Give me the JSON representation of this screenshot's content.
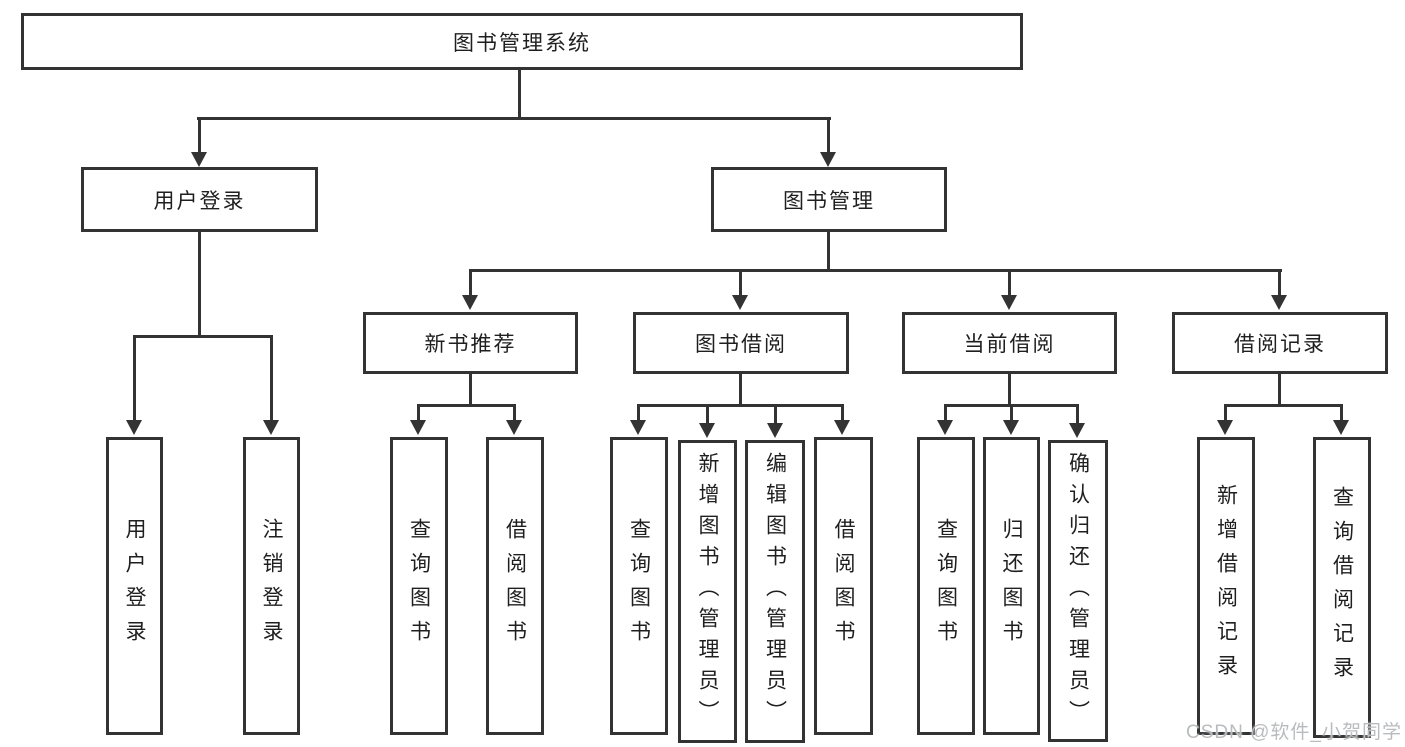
{
  "diagram": {
    "type": "function-structure-tree",
    "line_color": "#333333",
    "root": {
      "label": "图书管理系统"
    },
    "branches": [
      {
        "label": "用户登录",
        "children": [
          {
            "label": "用户登录"
          },
          {
            "label": "注销登录"
          }
        ]
      },
      {
        "label": "图书管理",
        "children": [
          {
            "label": "新书推荐",
            "children": [
              {
                "label": "查询图书"
              },
              {
                "label": "借阅图书"
              }
            ]
          },
          {
            "label": "图书借阅",
            "children": [
              {
                "label": "查询图书"
              },
              {
                "label": "新增图书（管理员）"
              },
              {
                "label": "编辑图书（管理员）"
              },
              {
                "label": "借阅图书"
              }
            ]
          },
          {
            "label": "当前借阅",
            "children": [
              {
                "label": "查询图书"
              },
              {
                "label": "归还图书"
              },
              {
                "label": "确认归还（管理员）"
              }
            ]
          },
          {
            "label": "借阅记录",
            "children": [
              {
                "label": "新增借阅记录"
              },
              {
                "label": "查询借阅记录"
              }
            ]
          }
        ]
      }
    ],
    "watermark": "CSDN @软件_小贺同学"
  }
}
